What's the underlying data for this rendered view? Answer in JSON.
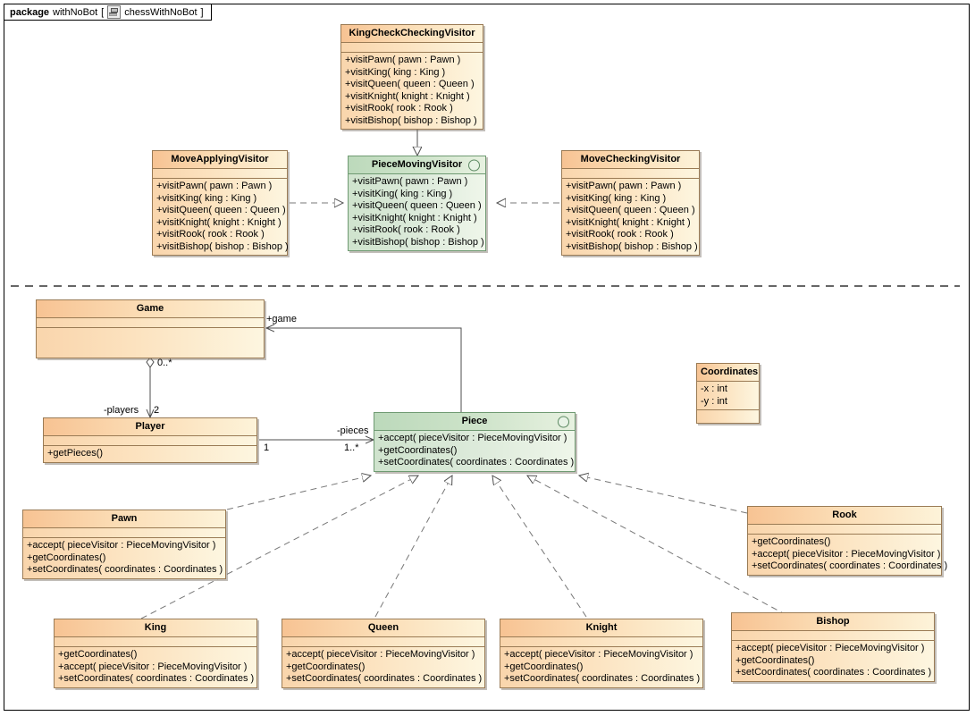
{
  "package": {
    "keyword": "package",
    "name": "withNoBot",
    "bracket_open": "[",
    "icon": "class-diagram-icon",
    "diagram_name": "chessWithNoBot",
    "bracket_close": "]"
  },
  "classes": {
    "king_check_checking_visitor": {
      "name": "KingCheckCheckingVisitor",
      "stereotype": "class",
      "attributes": [],
      "operations": [
        "+visitPawn( pawn : Pawn )",
        "+visitKing( king : King )",
        "+visitQueen( queen : Queen )",
        "+visitKnight( knight : Knight )",
        "+visitRook( rook : Rook )",
        "+visitBishop( bishop : Bishop )"
      ]
    },
    "move_applying_visitor": {
      "name": "MoveApplyingVisitor",
      "stereotype": "class",
      "attributes": [],
      "operations": [
        "+visitPawn( pawn : Pawn )",
        "+visitKing( king : King )",
        "+visitQueen( queen : Queen )",
        "+visitKnight( knight : Knight )",
        "+visitRook( rook : Rook )",
        "+visitBishop( bishop : Bishop )"
      ]
    },
    "piece_moving_visitor": {
      "name": "PieceMovingVisitor",
      "stereotype": "interface",
      "attributes": [],
      "operations": [
        "+visitPawn( pawn : Pawn )",
        "+visitKing( king : King )",
        "+visitQueen( queen : Queen )",
        "+visitKnight( knight : Knight )",
        "+visitRook( rook : Rook )",
        "+visitBishop( bishop : Bishop )"
      ]
    },
    "move_checking_visitor": {
      "name": "MoveCheckingVisitor",
      "stereotype": "class",
      "attributes": [],
      "operations": [
        "+visitPawn( pawn : Pawn )",
        "+visitKing( king : King )",
        "+visitQueen( queen : Queen )",
        "+visitKnight( knight : Knight )",
        "+visitRook( rook : Rook )",
        "+visitBishop( bishop : Bishop )"
      ]
    },
    "game": {
      "name": "Game",
      "stereotype": "class",
      "attributes": [],
      "operations": []
    },
    "player": {
      "name": "Player",
      "stereotype": "class",
      "attributes": [],
      "operations": [
        "+getPieces()"
      ]
    },
    "piece": {
      "name": "Piece",
      "stereotype": "interface",
      "attributes": [],
      "operations": [
        "+accept( pieceVisitor : PieceMovingVisitor )",
        "+getCoordinates()",
        "+setCoordinates( coordinates : Coordinates )"
      ]
    },
    "coordinates": {
      "name": "Coordinates",
      "stereotype": "class",
      "attributes": [
        "-x : int",
        "-y : int"
      ],
      "operations": []
    },
    "pawn": {
      "name": "Pawn",
      "stereotype": "class",
      "attributes": [],
      "operations": [
        "+accept( pieceVisitor : PieceMovingVisitor )",
        "+getCoordinates()",
        "+setCoordinates( coordinates : Coordinates )"
      ]
    },
    "rook": {
      "name": "Rook",
      "stereotype": "class",
      "attributes": [],
      "operations": [
        "+getCoordinates()",
        "+accept( pieceVisitor : PieceMovingVisitor )",
        "+setCoordinates( coordinates : Coordinates )"
      ]
    },
    "king": {
      "name": "King",
      "stereotype": "class",
      "attributes": [],
      "operations": [
        "+getCoordinates()",
        "+accept( pieceVisitor : PieceMovingVisitor )",
        "+setCoordinates( coordinates : Coordinates )"
      ]
    },
    "queen": {
      "name": "Queen",
      "stereotype": "class",
      "attributes": [],
      "operations": [
        "+accept( pieceVisitor : PieceMovingVisitor )",
        "+getCoordinates()",
        "+setCoordinates( coordinates : Coordinates )"
      ]
    },
    "knight": {
      "name": "Knight",
      "stereotype": "class",
      "attributes": [],
      "operations": [
        "+accept( pieceVisitor : PieceMovingVisitor )",
        "+getCoordinates()",
        "+setCoordinates( coordinates : Coordinates )"
      ]
    },
    "bishop": {
      "name": "Bishop",
      "stereotype": "class",
      "attributes": [],
      "operations": [
        "+accept( pieceVisitor : PieceMovingVisitor )",
        "+getCoordinates()",
        "+setCoordinates( coordinates : Coordinates )"
      ]
    }
  },
  "edge_labels": {
    "game_role": "+game",
    "players_mult_top": "0..*",
    "players_role": "-players",
    "players_mult_bottom": "2",
    "player_mult": "1",
    "pieces_role": "-pieces",
    "pieces_mult": "1..*"
  },
  "colors": {
    "class_border": "#9a7b55",
    "class_header_fill": "#f7c393",
    "class_body_fill": "#fdf6e0",
    "interface_border": "#6f9a72",
    "interface_header_fill": "#bcd9bb",
    "interface_body_fill": "#eff6ea",
    "connector": "#4d4d4d",
    "frame": "#000000"
  }
}
